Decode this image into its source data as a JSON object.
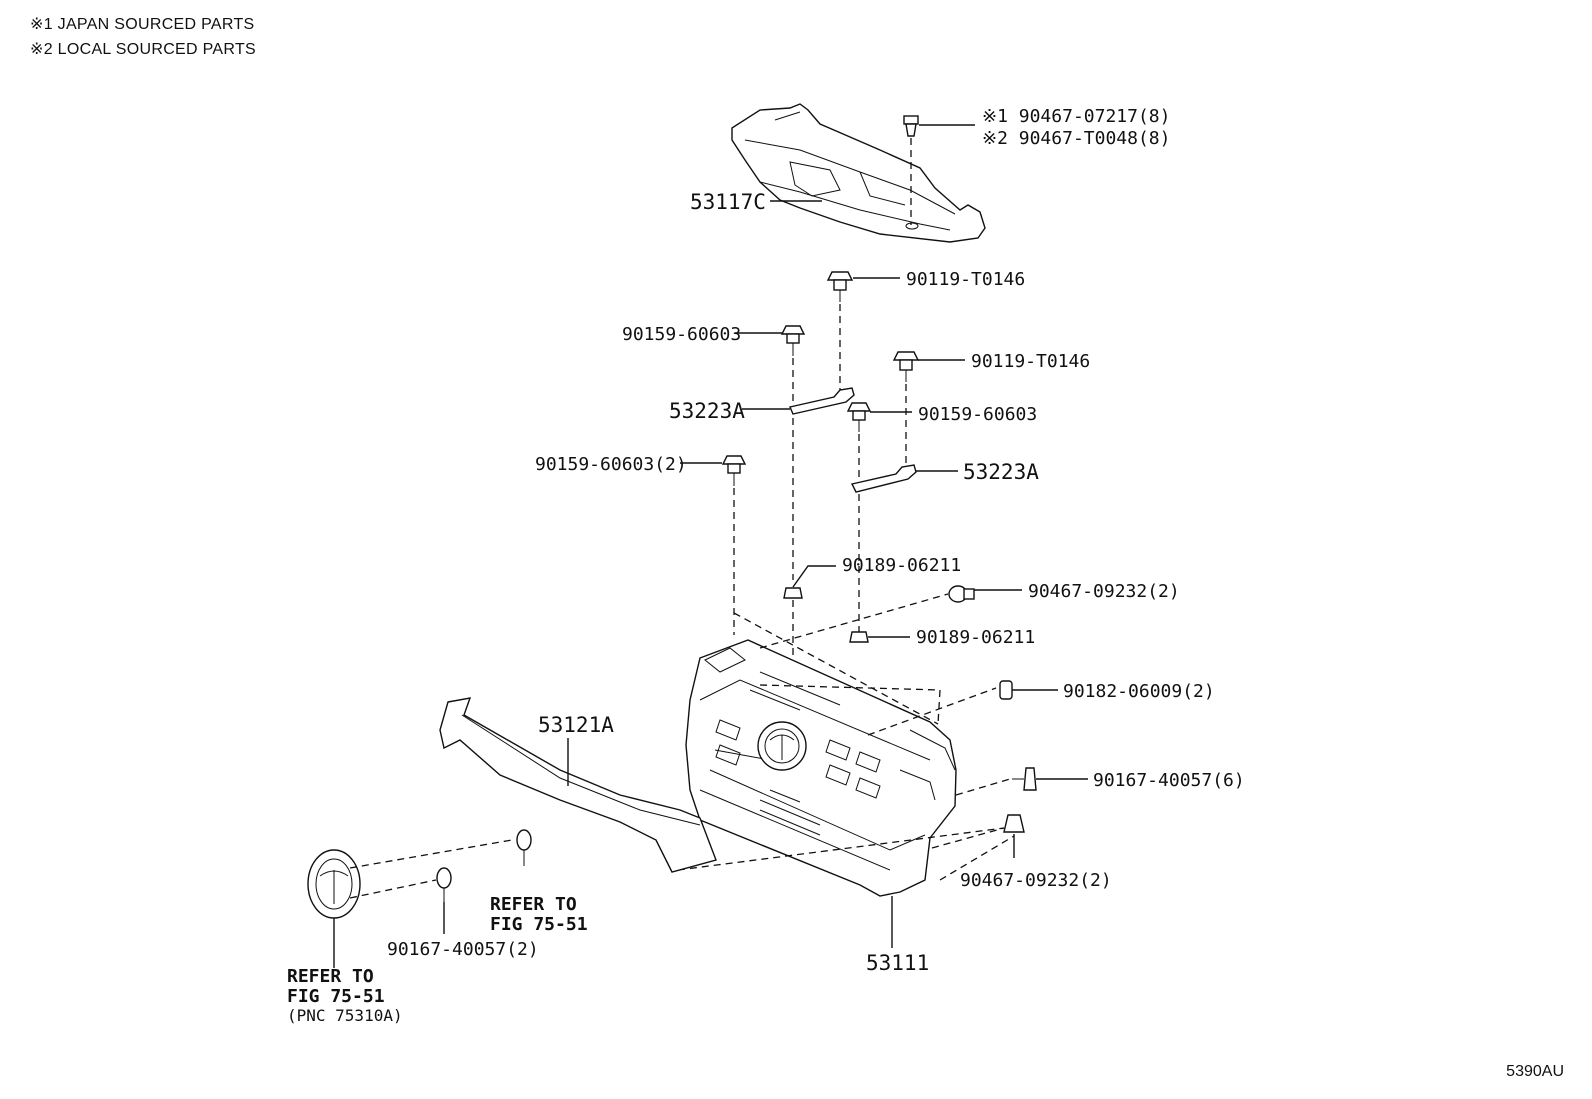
{
  "legend": [
    "※1 JAPAN SOURCED PARTS",
    "※2 LOCAL SOURCED PARTS"
  ],
  "callouts": {
    "jp_clip": "※1 90467-07217(8)",
    "local_clip": "※2 90467-T0048(8)",
    "cover": "53117C",
    "bolt_top": "90119-T0146",
    "screw_left_top": "90159-60603",
    "bolt_right": "90119-T0146",
    "bracket_left": "53223A",
    "screw_mid": "90159-60603",
    "screw_left": "90159-60603(2)",
    "bracket_right": "53223A",
    "nut_a": "90189-06211",
    "clip_a": "90467-09232(2)",
    "nut_b": "90189-06211",
    "nut_c": "90182-06009(2)",
    "molding": "53121A",
    "screw_side": "90167-40057(6)",
    "clip_b": "90467-09232(2)",
    "screw_emblem": "90167-40057(2)",
    "grille": "53111",
    "refer_a_1": "REFER TO",
    "refer_a_2": "FIG 75-51",
    "refer_b_1": "REFER TO",
    "refer_b_2": "FIG 75-51",
    "refer_b_3": "(PNC 75310A)"
  },
  "figure_code": "5390AU"
}
